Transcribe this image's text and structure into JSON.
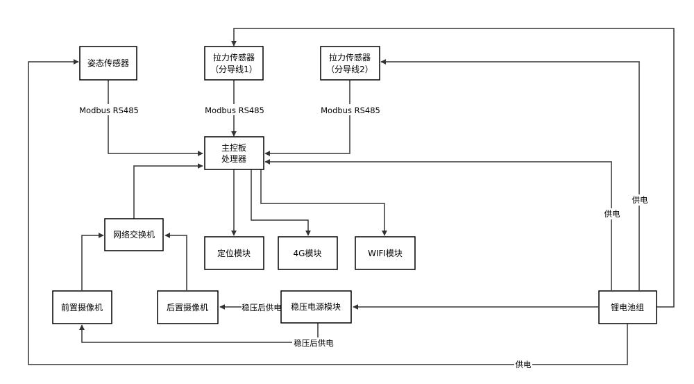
{
  "nodes": {
    "attitude_sensor": {
      "lines": [
        "姿态传感器"
      ]
    },
    "tension_sensor_1": {
      "lines": [
        "拉力传感器",
        "（分导线1）"
      ]
    },
    "tension_sensor_2": {
      "lines": [
        "拉力传感器",
        "（分导线2）"
      ]
    },
    "main_board": {
      "lines": [
        "主控板",
        "处理器"
      ]
    },
    "network_switch": {
      "lines": [
        "网络交换机"
      ]
    },
    "positioning_module": {
      "lines": [
        "定位模块"
      ]
    },
    "module_4g": {
      "lines": [
        "4G模块"
      ]
    },
    "wifi_module": {
      "lines": [
        "WIFI模块"
      ]
    },
    "front_camera": {
      "lines": [
        "前置摄像机"
      ]
    },
    "rear_camera": {
      "lines": [
        "后置摄像机"
      ]
    },
    "regulator_module": {
      "lines": [
        "稳压电源模块"
      ]
    },
    "lithium_battery": {
      "lines": [
        "锂电池组"
      ]
    }
  },
  "edge_labels": {
    "modbus_1": "Modbus RS485",
    "modbus_2": "Modbus RS485",
    "modbus_3": "Modbus RS485",
    "supply_main": "供电",
    "supply_tension2": "供电",
    "supply_bottom": "供电",
    "regulated_rear": "稳压后供电",
    "regulated_front": "稳压后供电"
  }
}
